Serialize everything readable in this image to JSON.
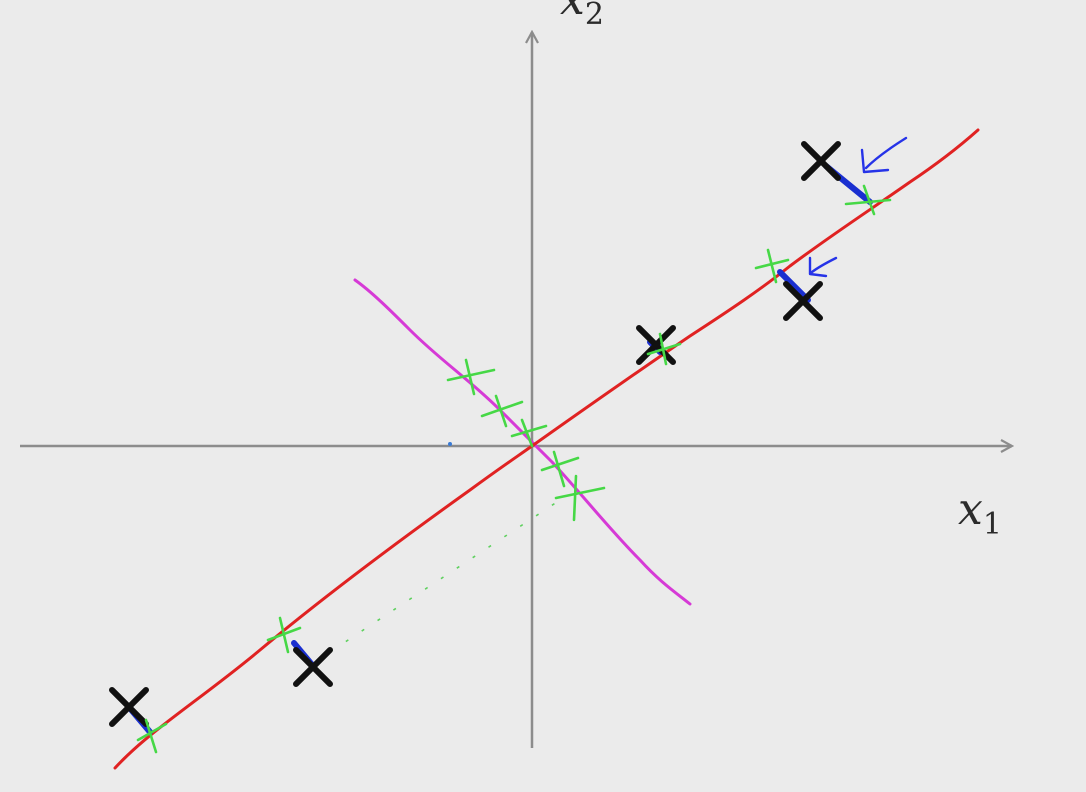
{
  "axes": {
    "x1": {
      "symbol": "x",
      "subscript": "1"
    },
    "x2": {
      "symbol": "x",
      "subscript": "2"
    }
  },
  "colors": {
    "background": "#ebebeb",
    "axis": "#8c8c8c",
    "principal_line": "#e02222",
    "orthogonal_line": "#d63ad6",
    "data_point": "#111111",
    "projection": "#1a2fd0",
    "projected_point": "#46d846",
    "arrow": "#2633e8"
  }
}
